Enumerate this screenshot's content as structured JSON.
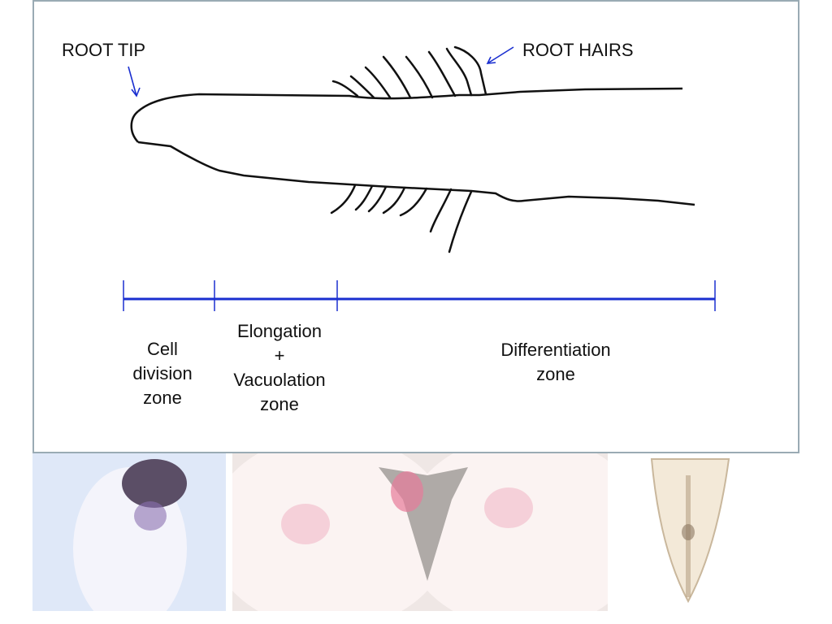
{
  "labels": {
    "root_tip": "ROOT TIP",
    "root_hairs": "ROOT HAIRS",
    "zone_cell_division": "Cell\ndivision\nzone",
    "zone_elongation": "Elongation\n+\nVacuolation\nzone",
    "zone_differentiation": "Differentiation\nzone"
  },
  "colors": {
    "outline": "#111111",
    "scale_bar": "#1a2fd0",
    "arrow": "#1a2fd0",
    "panel_border": "#9aabb4"
  }
}
